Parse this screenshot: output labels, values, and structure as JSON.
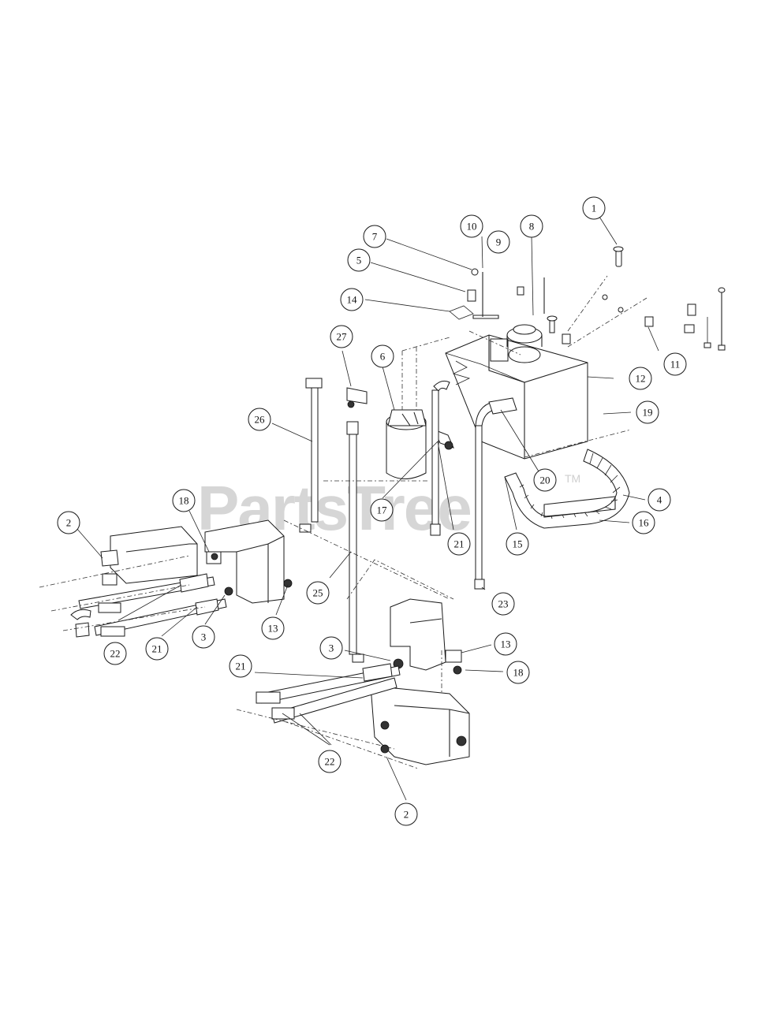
{
  "watermark": {
    "text": "PartsTree",
    "tm": "TM"
  },
  "callouts": [
    {
      "id": "c1",
      "label": "1"
    },
    {
      "id": "c2a",
      "label": "2"
    },
    {
      "id": "c2b",
      "label": "2"
    },
    {
      "id": "c3a",
      "label": "3"
    },
    {
      "id": "c3b",
      "label": "3"
    },
    {
      "id": "c4",
      "label": "4"
    },
    {
      "id": "c5",
      "label": "5"
    },
    {
      "id": "c6",
      "label": "6"
    },
    {
      "id": "c7",
      "label": "7"
    },
    {
      "id": "c8",
      "label": "8"
    },
    {
      "id": "c9",
      "label": "9"
    },
    {
      "id": "c10",
      "label": "10"
    },
    {
      "id": "c11",
      "label": "11"
    },
    {
      "id": "c12",
      "label": "12"
    },
    {
      "id": "c13a",
      "label": "13"
    },
    {
      "id": "c13b",
      "label": "13"
    },
    {
      "id": "c14",
      "label": "14"
    },
    {
      "id": "c15",
      "label": "15"
    },
    {
      "id": "c16",
      "label": "16"
    },
    {
      "id": "c17",
      "label": "17"
    },
    {
      "id": "c18a",
      "label": "18"
    },
    {
      "id": "c18b",
      "label": "18"
    },
    {
      "id": "c19",
      "label": "19"
    },
    {
      "id": "c20",
      "label": "20"
    },
    {
      "id": "c21a",
      "label": "21"
    },
    {
      "id": "c21b",
      "label": "21"
    },
    {
      "id": "c21c",
      "label": "21"
    },
    {
      "id": "c22a",
      "label": "22"
    },
    {
      "id": "c22b",
      "label": "22"
    },
    {
      "id": "c23",
      "label": "23"
    },
    {
      "id": "c25",
      "label": "25"
    },
    {
      "id": "c26",
      "label": "26"
    },
    {
      "id": "c27",
      "label": "27"
    }
  ]
}
